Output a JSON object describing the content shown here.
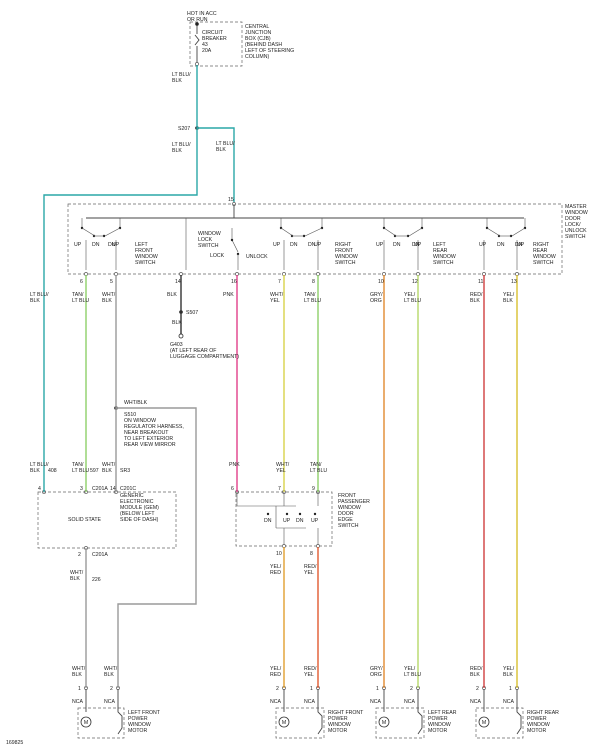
{
  "hot_label": [
    "HOT IN ACC",
    "OR RUN"
  ],
  "cjb_label": [
    "CENTRAL",
    "JUNCTION",
    "BOX (CJB)",
    "(BEHIND DASH",
    "LEFT OF STEERING",
    "COLUMN)"
  ],
  "breaker_label": [
    "CIRCUIT",
    "BREAKER",
    "43",
    "20A"
  ],
  "feed_wire": [
    "LT BLU/",
    "BLK"
  ],
  "splice_s207": "S207",
  "branch_wire_left": [
    "LT BLU/",
    "BLK"
  ],
  "branch_wire_right": [
    "LT BLU/",
    "BLK"
  ],
  "master_pin": "15",
  "master_label": [
    "MASTER",
    "WINDOW",
    "DOOR",
    "LOCK/",
    "UNLOCK",
    "SWITCH"
  ],
  "lock_switch_label": [
    "WINDOW",
    "LOCK",
    "SWITCH"
  ],
  "lock_text": "LOCK",
  "unlock_text": "UNLOCK",
  "switch_up": "UP",
  "switch_dn": "DN",
  "switch_groups": [
    {
      "name": [
        "LEFT",
        "FRONT",
        "WINDOW",
        "SWITCH"
      ]
    },
    {
      "name": [
        "RIGHT",
        "FRONT",
        "WINDOW",
        "SWITCH"
      ]
    },
    {
      "name": [
        "LEFT",
        "REAR",
        "WINDOW",
        "SWITCH"
      ]
    },
    {
      "name": [
        "RIGHT",
        "REAR",
        "WINDOW",
        "SWITCH"
      ]
    }
  ],
  "master_pins": [
    {
      "pin": "6",
      "wire": [
        "TAN/",
        "LT BLU"
      ]
    },
    {
      "pin": "5",
      "wire": [
        "WHT/",
        "BLK"
      ]
    },
    {
      "pin": "14",
      "wire": [
        "BLK"
      ]
    },
    {
      "pin": "16",
      "wire": [
        "PNK"
      ]
    },
    {
      "pin": "7",
      "wire": [
        "WHT/",
        "YEL"
      ]
    },
    {
      "pin": "8",
      "wire": [
        "TAN/",
        "LT BLU"
      ]
    },
    {
      "pin": "10",
      "wire": [
        "GRY/",
        "ORG"
      ]
    },
    {
      "pin": "12",
      "wire": [
        "YEL/",
        "LT BLU"
      ]
    },
    {
      "pin": "11",
      "wire": [
        "RED/",
        "BLK"
      ]
    },
    {
      "pin": "13",
      "wire": [
        "YEL/",
        "BLK"
      ]
    }
  ],
  "left_wire": [
    "LT BLU/",
    "BLK"
  ],
  "ground_splice": "S507",
  "ground_wire": "BLK",
  "ground_label": [
    "G403",
    "(AT LEFT REAR OF",
    "LUGGAGE COMPARTMENT)"
  ],
  "s510_wire": "WHT/BLK",
  "s510_label": [
    "S510",
    "ON WINDOW",
    "REGULATOR HARNESS,",
    "NEAR BREAKOUT",
    "TO LEFT EXTERIOR",
    "REAR VIEW MIRROR"
  ],
  "gem_wires": [
    {
      "wire": [
        "LT BLU/",
        "BLK"
      ],
      "circuit": "408",
      "pin": "4"
    },
    {
      "wire": [
        "TAN/",
        "LT BLU"
      ],
      "circuit": "597",
      "pin": "3"
    },
    {
      "wire": [
        "WHT/",
        "BLK"
      ],
      "circuit": "SR3",
      "pin": "14"
    }
  ],
  "gem_conn_a": "C201A",
  "gem_conn_c": "C201C",
  "gem_label": [
    "GENERIC",
    "ELECTRONIC",
    "MODULE (GEM)",
    "(BELOW LEFT",
    "SIDE OF DASH)"
  ],
  "solid_state": "SOLID STATE",
  "gem_out": {
    "pin": "2",
    "conn": "C201A",
    "wire": [
      "WHT/",
      "BLK"
    ],
    "circuit": "226"
  },
  "passenger_switch_label": [
    "FRONT",
    "PASSENGER",
    "WINDOW",
    "DOOR",
    "EDGE",
    "SWITCH"
  ],
  "pass_in": [
    {
      "wire": [
        "PNK"
      ],
      "pin": "6"
    },
    {
      "wire": [
        "WHT/",
        "YEL"
      ],
      "pin": "7"
    },
    {
      "wire": [
        "TAN/",
        "LT BLU"
      ],
      "pin": "9"
    }
  ],
  "pass_out": [
    {
      "pin": "10",
      "wire": [
        "YEL/",
        "RED"
      ]
    },
    {
      "pin": "8",
      "wire": [
        "RED/",
        "YEL"
      ]
    }
  ],
  "motors": [
    {
      "label": [
        "LEFT FRONT",
        "POWER",
        "WINDOW",
        "MOTOR"
      ],
      "wire_a": [
        "WHT/",
        "BLK"
      ],
      "wire_b": [
        "WHT/",
        "BLK"
      ],
      "pin_a": "1",
      "pin_b": "2",
      "nca": "NCA",
      "letter": "M"
    },
    {
      "label": [
        "RIGHT FRONT",
        "POWER",
        "WINDOW",
        "MOTOR"
      ],
      "wire_a": [
        "YEL/",
        "RED"
      ],
      "wire_b": [
        "RED/",
        "YEL"
      ],
      "pin_a": "2",
      "pin_b": "1",
      "nca": "NCA",
      "letter": "M"
    },
    {
      "label": [
        "LEFT REAR",
        "POWER",
        "WINDOW",
        "MOTOR"
      ],
      "wire_a": [
        "GRY/",
        "ORG"
      ],
      "wire_b": [
        "YEL/",
        "LT BLU"
      ],
      "pin_a": "1",
      "pin_b": "2",
      "nca": "NCA",
      "letter": "M"
    },
    {
      "label": [
        "RIGHT REAR",
        "POWER",
        "WINDOW",
        "MOTOR"
      ],
      "wire_a": [
        "RED/",
        "BLK"
      ],
      "wire_b": [
        "YEL/",
        "BLK"
      ],
      "pin_a": "2",
      "pin_b": "1",
      "nca": "NCA",
      "letter": "M"
    }
  ],
  "figure_id": "169825",
  "colors": {
    "lt_blu_blk": "#2aa7a7",
    "tan_lt_blu": "#8fcf6a",
    "wht_blk": "#9a9a9a",
    "blk": "#333333",
    "pnk": "#e0408a",
    "wht_yel": "#d8d34a",
    "gry_org": "#e08a30",
    "yel_lt_blu": "#b7d86a",
    "red_blk": "#d04040",
    "yel_blk": "#d8c030",
    "yel_red": "#e0a030",
    "red_yel": "#e05a30"
  }
}
